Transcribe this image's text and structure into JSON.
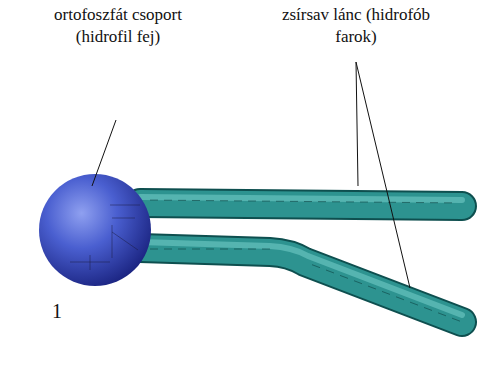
{
  "diagram": {
    "labels": [
      "ortofoszfát csoport (hidrofil fej)",
      "zsírsav lánc (hidrofób farok)",
      "1"
    ]
  }
}
